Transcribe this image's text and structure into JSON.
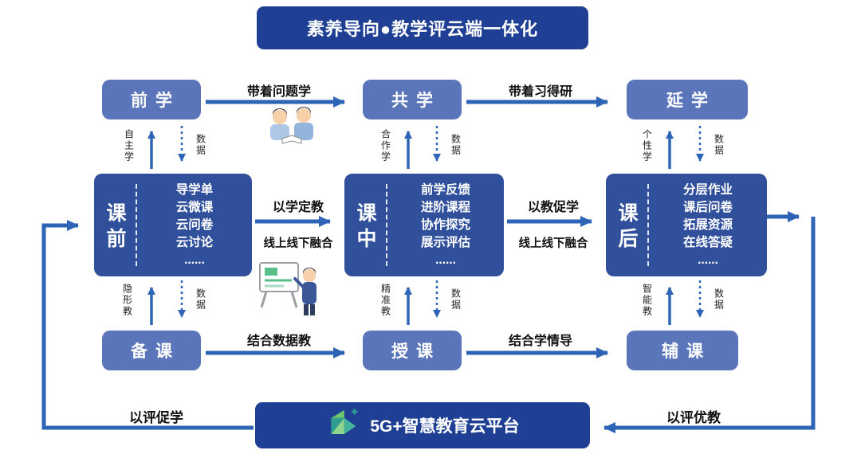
{
  "title": "素养导向●教学评云端一体化",
  "platform": {
    "label": "5G+智慧教育云平台"
  },
  "loop": {
    "left_label": "以评促学",
    "right_label": "以评优教"
  },
  "flows": {
    "learn_1": "带着问题学",
    "learn_2": "带着习得研",
    "mid_1_top": "以学定教",
    "mid_1_bottom": "线上线下融合",
    "mid_2_top": "以教促学",
    "mid_2_bottom": "线上线下融合",
    "bottom_1": "结合数据教",
    "bottom_2": "结合学情导"
  },
  "columns": [
    {
      "top_box": "前学",
      "main_label": "课前",
      "items": [
        "导学单",
        "云微课",
        "云问卷",
        "云讨论",
        "......"
      ],
      "bottom_box": "备课",
      "top_up_label": "自主学",
      "top_down_label": "数据",
      "bottom_up_label": "隐形教",
      "bottom_down_label": "数据"
    },
    {
      "top_box": "共学",
      "main_label": "课中",
      "items": [
        "前学反馈",
        "进阶课程",
        "协作探究",
        "展示评估",
        "......"
      ],
      "bottom_box": "授课",
      "top_up_label": "合作学",
      "top_down_label": "数据",
      "bottom_up_label": "精准教",
      "bottom_down_label": "数据"
    },
    {
      "top_box": "延学",
      "main_label": "课后",
      "items": [
        "分层作业",
        "课后问卷",
        "拓展资源",
        "在线答疑",
        "......"
      ],
      "bottom_box": "辅课",
      "top_up_label": "个性学",
      "top_down_label": "数据",
      "bottom_up_label": "智能教",
      "bottom_down_label": "数据"
    }
  ],
  "icons": {
    "students": "students-learning-illustration",
    "teacher": "teacher-smartboard-illustration",
    "logo": "cloud-platform-logo-icon"
  },
  "colors": {
    "banner": "#1e3f94",
    "main_box": "#30509c",
    "light_box": "#5a75ba",
    "arrow": "#2e64b6"
  }
}
